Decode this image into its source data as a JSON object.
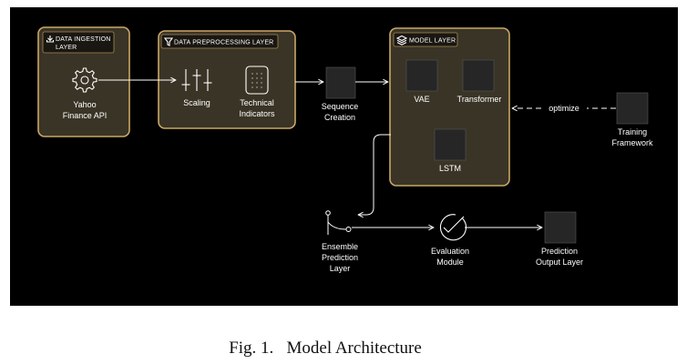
{
  "figure": {
    "caption": "Fig. 1.   Model Architecture",
    "colors": {
      "background": "#000000",
      "layer_fill": "#3a3426",
      "layer_border": "#c9a865",
      "text": "#ffffff"
    }
  },
  "layers": {
    "ingestion": {
      "title_line1": "DATA INGESTION",
      "title_line2": "LAYER",
      "icon": "download-icon"
    },
    "preprocessing": {
      "title": "DATA PREPROCESSING LAYER",
      "icon": "filter-icon"
    },
    "model": {
      "title": "MODEL LAYER",
      "icon": "layers-icon"
    }
  },
  "nodes": {
    "yahoo": {
      "line1": "Yahoo",
      "line2": "Finance API",
      "icon": "gear-icon"
    },
    "scaling": {
      "label": "Scaling",
      "icon": "sliders-icon"
    },
    "technical": {
      "line1": "Technical",
      "line2": "Indicators",
      "icon": "calculator-icon"
    },
    "sequence": {
      "line1": "Sequence",
      "line2": "Creation"
    },
    "vae": {
      "label": "VAE"
    },
    "transformer": {
      "label": "Transformer"
    },
    "lstm": {
      "label": "LSTM"
    },
    "training": {
      "line1": "Training",
      "line2": "Framework"
    },
    "ensemble": {
      "line1": "Ensemble",
      "line2": "Prediction",
      "line3": "Layer",
      "icon": "merge-icon"
    },
    "evaluation": {
      "line1": "Evaluation",
      "line2": "Module",
      "icon": "check-circle-icon"
    },
    "output": {
      "line1": "Prediction",
      "line2": "Output Layer"
    }
  },
  "edges": {
    "optimize_label": "optimize"
  }
}
